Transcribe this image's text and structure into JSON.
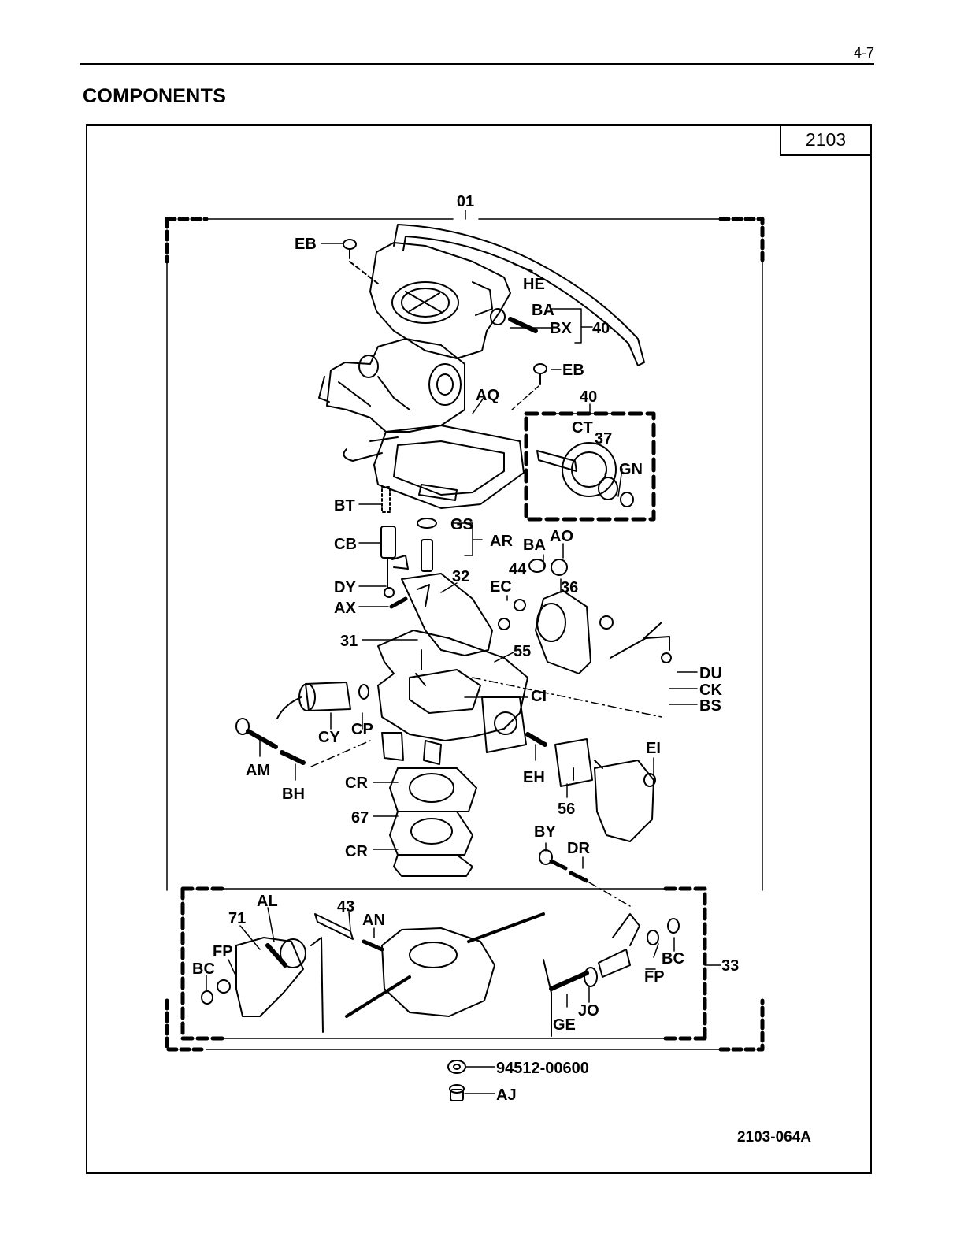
{
  "page": {
    "number": "4-7",
    "section_title": "COMPONENTS"
  },
  "figure": {
    "tag": "2103",
    "code": "2103-064A",
    "assembly_label": "01",
    "callouts": {
      "eb_top": "EB",
      "he": "HE",
      "ba_top": "BA",
      "bx": "BX",
      "n40_right": "40",
      "eb_mid": "EB",
      "n40_box": "40",
      "aq": "AQ",
      "ct": "CT",
      "n37": "37",
      "gn": "GN",
      "bt": "BT",
      "gs": "GS",
      "ar": "AR",
      "cb": "CB",
      "ba_mid": "BA",
      "ao": "AO",
      "n44": "44",
      "n32": "32",
      "ec": "EC",
      "n36": "36",
      "dy": "DY",
      "ax": "AX",
      "n31": "31",
      "n55": "55",
      "du": "DU",
      "ck": "CK",
      "bs": "BS",
      "ci": "CI",
      "cy": "CY",
      "cp": "CP",
      "am": "AM",
      "bh": "BH",
      "ei": "EI",
      "cr_top": "CR",
      "eh": "EH",
      "n56": "56",
      "n67": "67",
      "by": "BY",
      "dr": "DR",
      "cr_bottom": "CR",
      "al": "AL",
      "n43": "43",
      "n71": "71",
      "an": "AN",
      "fp_left": "FP",
      "bc_left": "BC",
      "bc_right": "BC",
      "n33": "33",
      "fp_right": "FP",
      "jo": "JO",
      "ge": "GE",
      "part_94512": "94512-00600",
      "aj": "AJ"
    }
  }
}
